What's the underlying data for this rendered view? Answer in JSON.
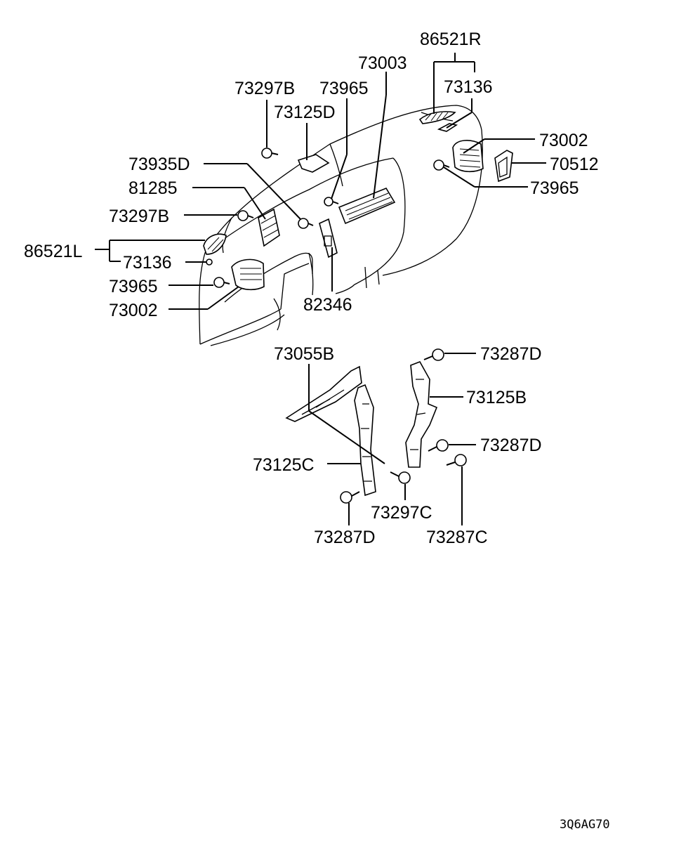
{
  "labels": {
    "l_86521R": "86521R",
    "l_73003": "73003",
    "l_73136_top": "73136",
    "l_73297B_top": "73297B",
    "l_73965_top": "73965",
    "l_73125D": "73125D",
    "l_73002_right": "73002",
    "l_70512": "70512",
    "l_73965_right": "73965",
    "l_73935D": "73935D",
    "l_81285": "81285",
    "l_73297B_left": "73297B",
    "l_86521L": "86521L",
    "l_73136_left": "73136",
    "l_73965_left": "73965",
    "l_73002_left": "73002",
    "l_82346": "82346",
    "l_73055B": "73055B",
    "l_73287D_top": "73287D",
    "l_73125B": "73125B",
    "l_73287D_mid": "73287D",
    "l_73125C": "73125C",
    "l_73297C": "73297C",
    "l_73287D_bot": "73287D",
    "l_73287C": "73287C"
  },
  "diagram_code": "3Q6AG70"
}
